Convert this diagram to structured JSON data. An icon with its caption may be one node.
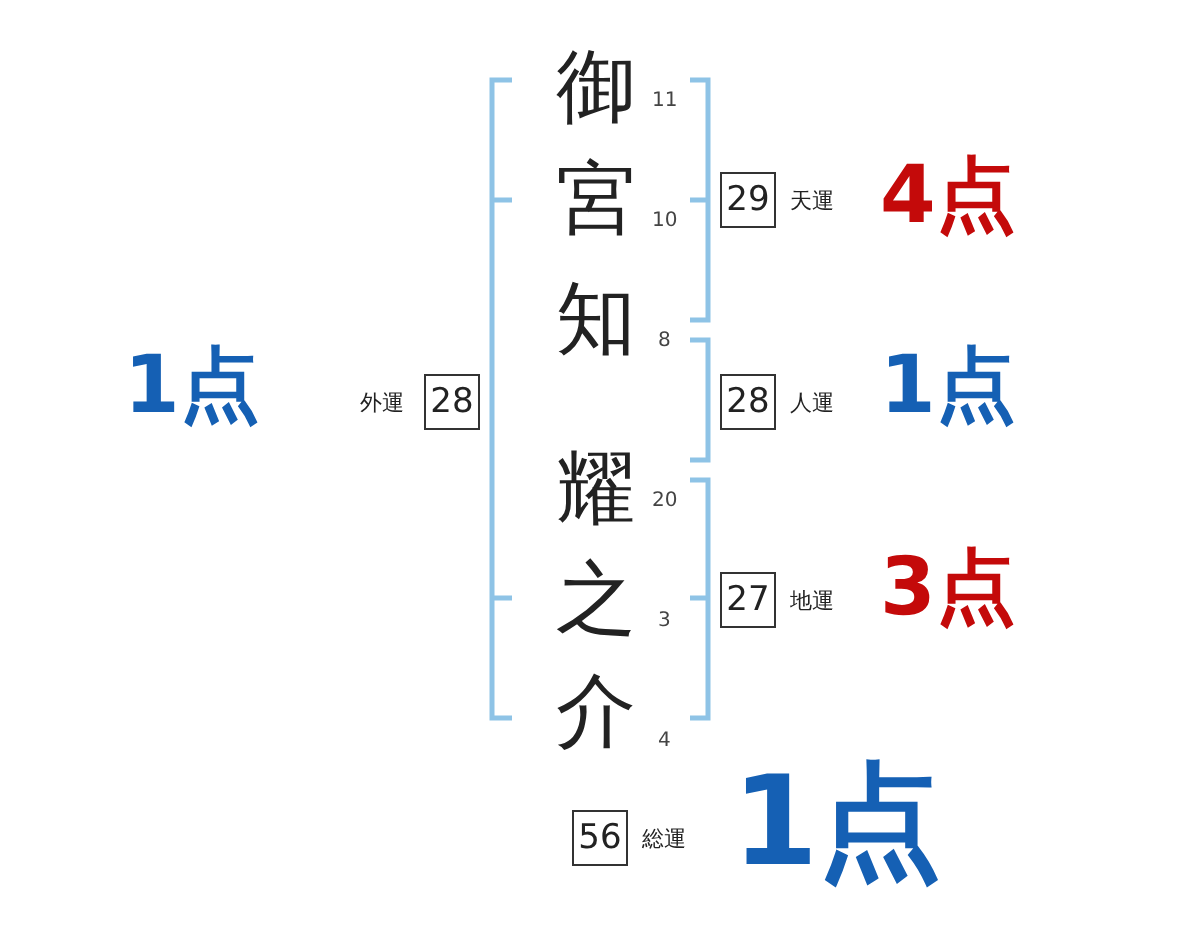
{
  "diagram": {
    "nodes": [
      {
        "text": [
          "29"
        ],
        "beside": [
          "天運"
        ]
      },
      {
        "text": [
          "28"
        ],
        "beside": [
          "外運"
        ]
      },
      {
        "text": [
          "28"
        ],
        "beside": [
          "人運"
        ]
      },
      {
        "text": [
          "27"
        ],
        "beside": [
          "地運"
        ]
      },
      {
        "text": [
          "56"
        ],
        "beside": [
          "総運"
        ]
      }
    ],
    "labels": [
      "御",
      "11",
      "宮",
      "10",
      "4点",
      "知",
      "8",
      "1点",
      "1点",
      "耀",
      "20",
      "之",
      "3",
      "3点",
      "介",
      "4",
      "1点"
    ]
  }
}
